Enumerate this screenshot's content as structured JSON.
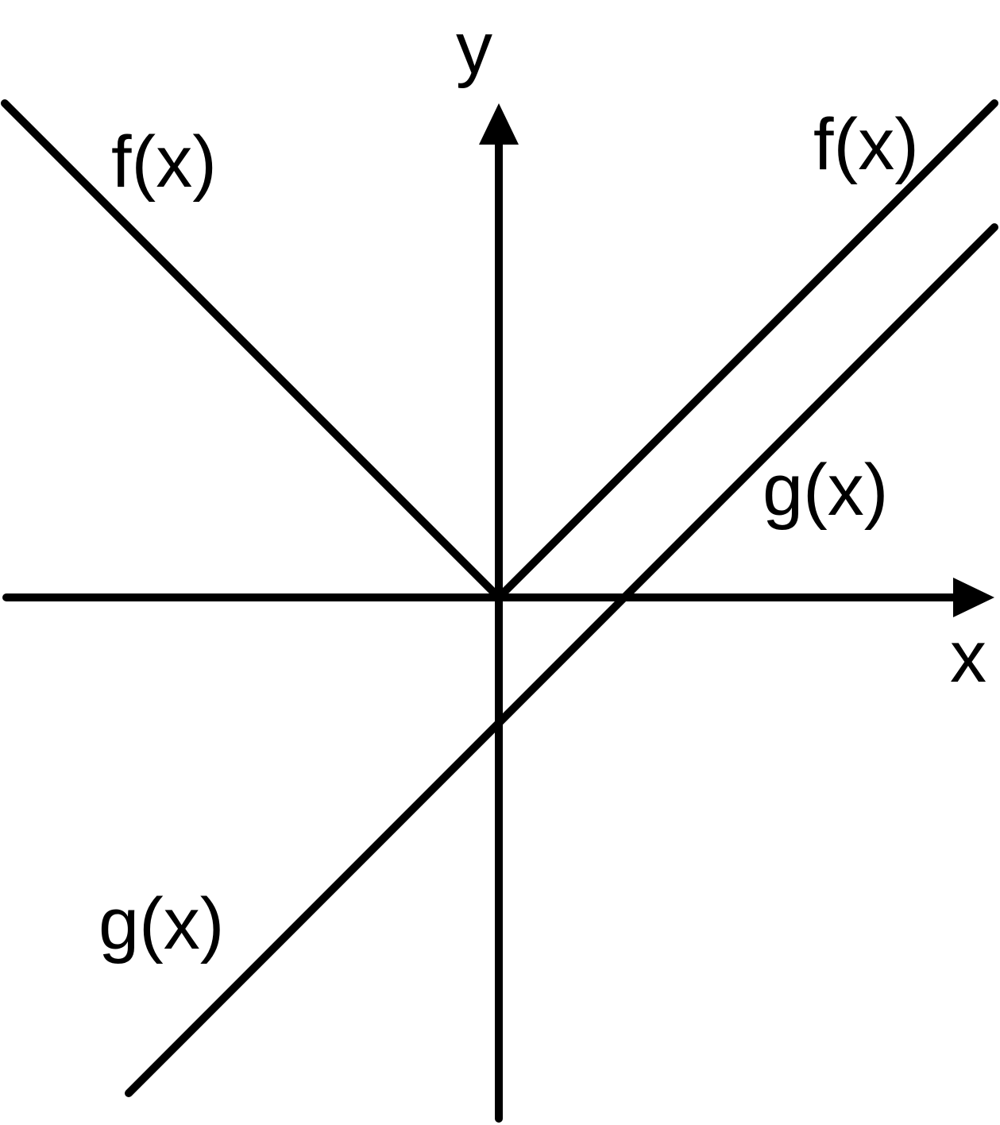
{
  "axes": {
    "x_label": "x",
    "y_label": "y"
  },
  "curves": {
    "f": {
      "label_left": "f(x)",
      "label_right": "f(x)"
    },
    "g": {
      "label_upper": "g(x)",
      "label_lower": "g(x)"
    }
  },
  "colors": {
    "ink": "#000000",
    "background": "#ffffff"
  }
}
